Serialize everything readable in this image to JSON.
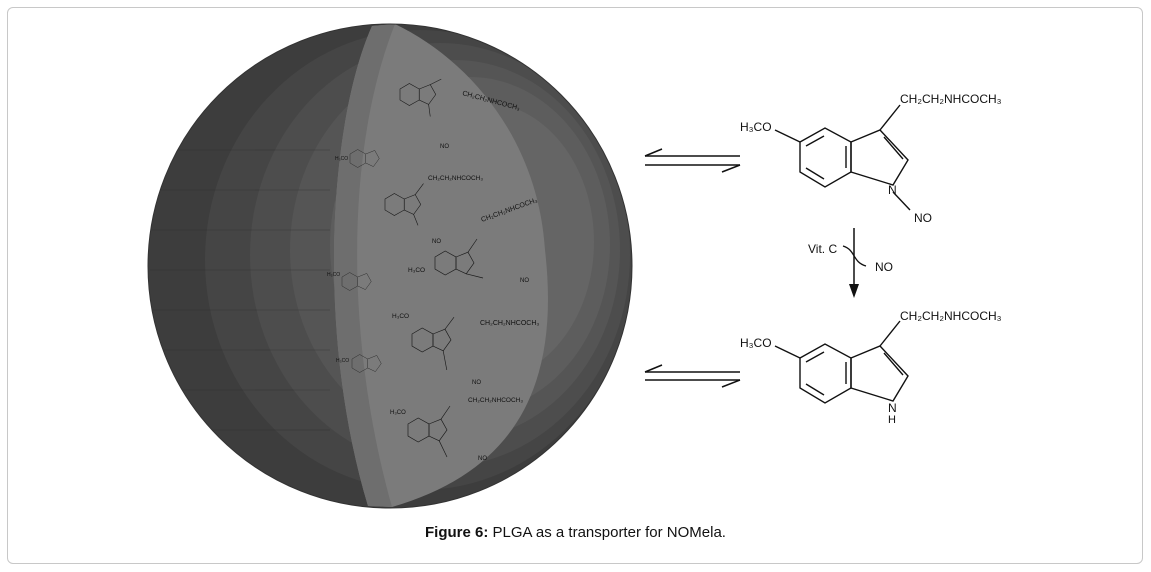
{
  "figure": {
    "caption_label": "Figure 6:",
    "caption_text": " PLGA as a transporter for NOMela."
  },
  "nomela": {
    "substituent_left": "H₃CO",
    "side_chain": "CH₂CH₂NHCOCH₃",
    "n_atom": "N",
    "no_group": "NO"
  },
  "reaction": {
    "reagent": "Vit. C",
    "released": "NO"
  },
  "melatonin": {
    "substituent_left": "H₃CO",
    "side_chain": "CH₂CH₂NHCOCH₃",
    "n_atom": "N",
    "h_atom": "H"
  },
  "sphere_molecules": {
    "side_chain": "CH₂CH₂NHCOCH₃",
    "no_group": "NO",
    "substituent_left": "H₃CO"
  },
  "colors": {
    "sphere_dark": "#474747",
    "sphere_cut_face": "#7d7d7d",
    "ink": "#111111"
  }
}
